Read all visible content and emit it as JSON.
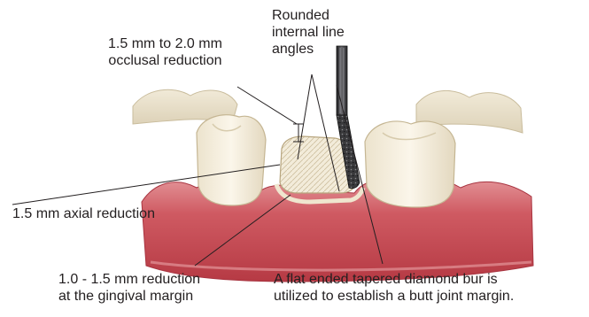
{
  "labels": {
    "rounded_internal": "Rounded\ninternal line\nangles",
    "occlusal_reduction": "1.5 mm to 2.0 mm\nocclusal reduction",
    "axial_reduction": "1.5 mm axial reduction",
    "gingival_reduction": "1.0 - 1.5 mm reduction\nat the gingival margin",
    "bur_description": "A flat ended tapered diamond bur is\nutilized to establish a butt joint margin."
  },
  "colors": {
    "gingiva": "#c8474f",
    "gingiva_light": "#e08a8a",
    "tooth": "#f4eddb",
    "tooth_shadow": "#d9cfb8",
    "bur_shaft": "#3a3a3c",
    "leader_line": "#231f20"
  }
}
